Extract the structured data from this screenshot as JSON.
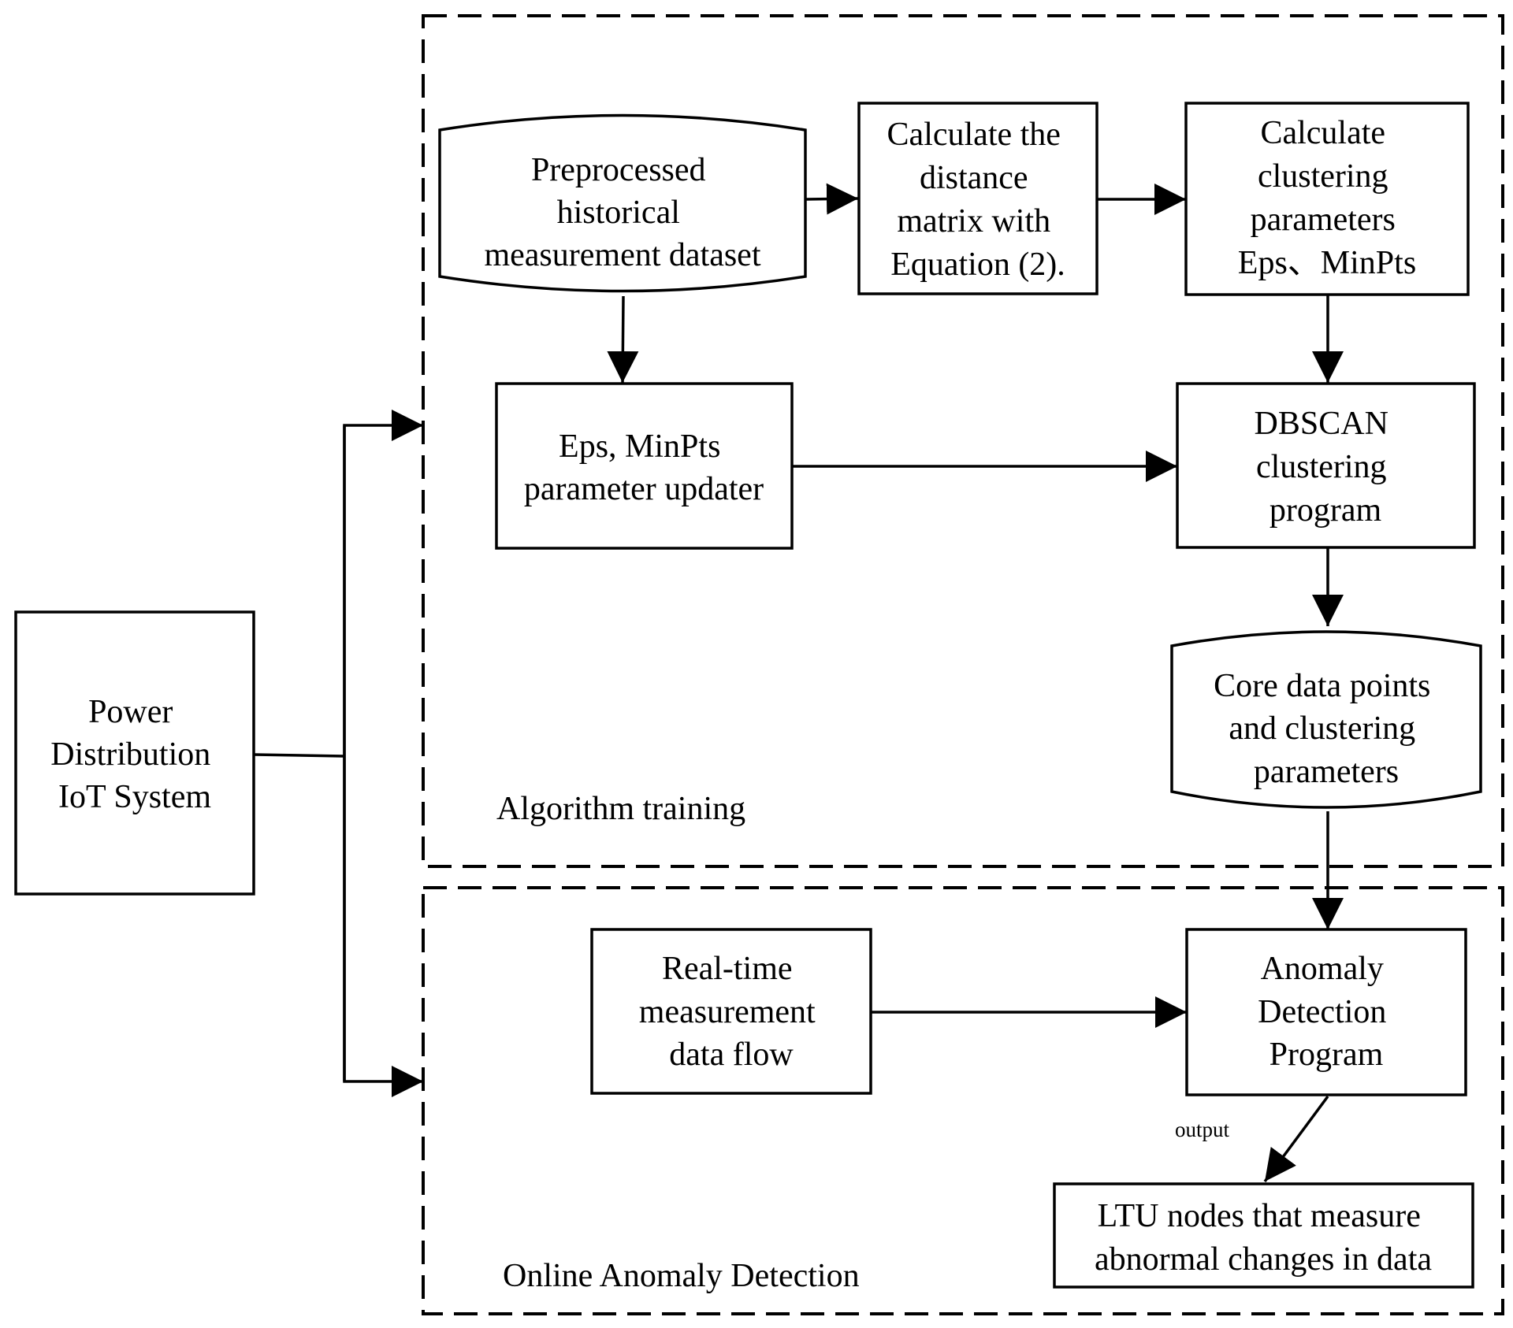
{
  "regions": {
    "training": {
      "label": "Algorithm training"
    },
    "online": {
      "label": "Online Anomaly Detection"
    }
  },
  "nodes": {
    "power_system": {
      "lines": [
        "Power",
        "Distribution",
        "IoT System"
      ]
    },
    "historical_dataset": {
      "lines": [
        "Preprocessed",
        "historical",
        "measurement dataset"
      ]
    },
    "distance_matrix": {
      "lines": [
        "Calculate the",
        "distance",
        "matrix with",
        "Equation (2)."
      ]
    },
    "clustering_params": {
      "lines": [
        "Calculate",
        "clustering",
        "parameters",
        "Eps、MinPts"
      ]
    },
    "param_updater": {
      "lines": [
        "Eps, MinPts",
        "parameter updater"
      ]
    },
    "dbscan": {
      "lines": [
        "DBSCAN",
        "clustering",
        "program"
      ]
    },
    "core_points": {
      "lines": [
        "Core data points",
        "and clustering",
        "parameters"
      ]
    },
    "realtime_flow": {
      "lines": [
        "Real-time",
        "measurement",
        "data flow"
      ]
    },
    "anomaly_program": {
      "lines": [
        "Anomaly",
        "Detection",
        "Program"
      ]
    },
    "ltu_nodes": {
      "lines": [
        "LTU nodes that measure",
        "abnormal changes in data"
      ]
    }
  },
  "edges": {
    "output_label": "output"
  }
}
